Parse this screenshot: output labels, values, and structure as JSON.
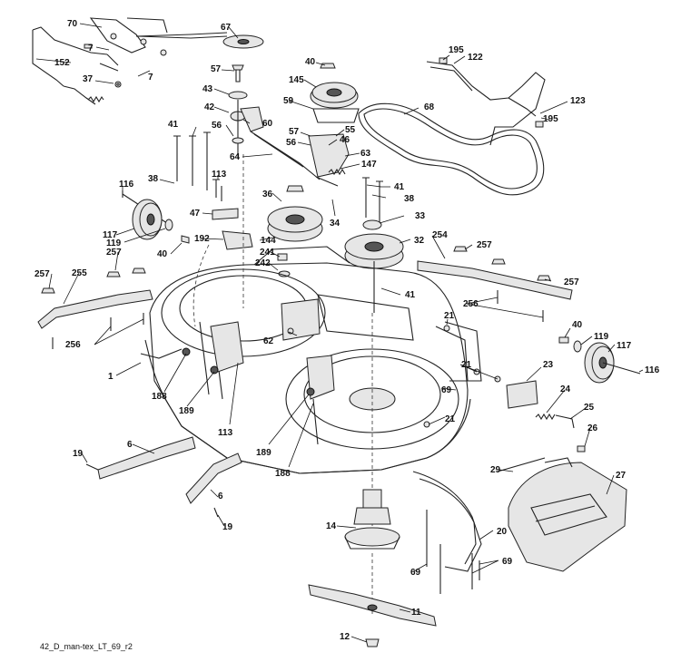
{
  "caption": "42_D_man-tex_LT_69_r2",
  "labels": [
    "70",
    "67",
    "7",
    "7",
    "152",
    "37",
    "57",
    "43",
    "42",
    "60",
    "56",
    "59",
    "40",
    "145",
    "195",
    "122",
    "68",
    "123",
    "195",
    "57",
    "56",
    "55",
    "46",
    "64",
    "63",
    "147",
    "41",
    "38",
    "41",
    "113",
    "38",
    "116",
    "36",
    "33",
    "47",
    "34",
    "117",
    "119",
    "40",
    "192",
    "144",
    "241",
    "242",
    "32",
    "254",
    "257",
    "257",
    "257",
    "257",
    "255",
    "256",
    "256",
    "21",
    "40",
    "119",
    "117",
    "116",
    "62",
    "1",
    "188",
    "189",
    "113",
    "189",
    "188",
    "69",
    "21",
    "23",
    "24",
    "25",
    "26",
    "27",
    "21",
    "19",
    "6",
    "6",
    "19",
    "29",
    "14",
    "20",
    "69",
    "69",
    "11",
    "12"
  ]
}
